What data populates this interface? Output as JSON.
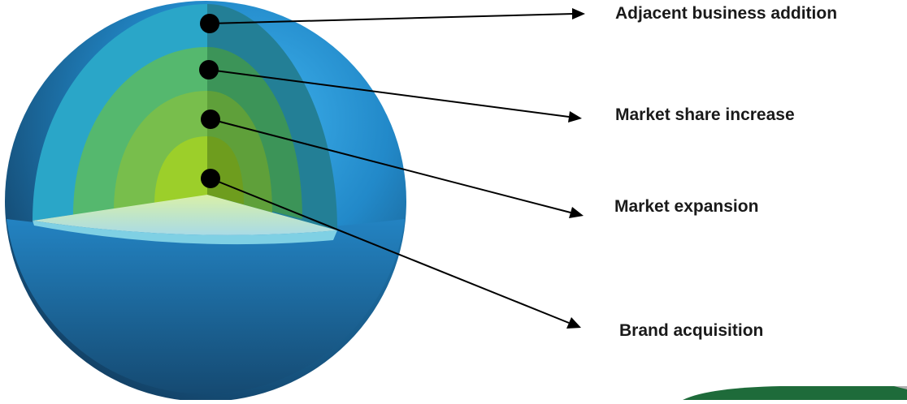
{
  "diagram": {
    "layers": [
      {
        "label": "Adjacent business addition",
        "color": "#2a9fd6"
      },
      {
        "label": "Market share increase",
        "color": "#4fb56d"
      },
      {
        "label": "Market expansion",
        "color": "#7ec24a"
      },
      {
        "label": "Brand acquisition",
        "color": "#9dd12c"
      }
    ],
    "colors": {
      "sphere_outer": "#2a8ed0",
      "sphere_dark": "#17507a",
      "cut_face_blue": "#2aa6c8",
      "ring_green_1": "#55b86e",
      "ring_green_2": "#78be4c",
      "core": "#9ccf2a",
      "marker": "#000000",
      "arrow": "#000000",
      "corner_band": "#1e6b3a"
    }
  }
}
